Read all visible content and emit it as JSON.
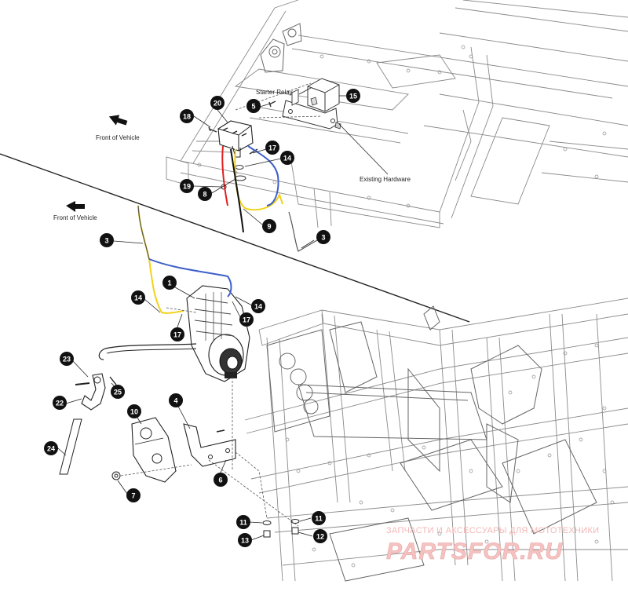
{
  "labels": {
    "front_top": "Front of Vehicle",
    "front_left": "Front of Vehicle",
    "starter_relay": "Starter Relay",
    "existing_hardware": "Existing Hardware"
  },
  "callouts": {
    "c1": "1",
    "c3a": "3",
    "c3b": "3",
    "c4": "4",
    "c5": "5",
    "c6": "6",
    "c7": "7",
    "c8": "8",
    "c9": "9",
    "c10": "10",
    "c11a": "11",
    "c11b": "11",
    "c12": "12",
    "c13": "13",
    "c14a": "14",
    "c14b": "14",
    "c14c": "14",
    "c15": "15",
    "c17a": "17",
    "c17b": "17",
    "c17c": "17",
    "c18": "18",
    "c19": "19",
    "c20": "20",
    "c22": "22",
    "c23": "23",
    "c24": "24",
    "c25": "25"
  },
  "watermark": {
    "line1": "ЗАПЧАСТИ И АКСЕССУАРЫ ДЛЯ МОТОТЕХНИКИ",
    "line2": "PARTSFOR.RU"
  },
  "colors": {
    "callout_fill": "#111111",
    "wire_red": "#e02020",
    "wire_yellow": "#f2d21a",
    "wire_blue": "#3d5fc9",
    "wire_black": "#111111",
    "watermark": "#f0b0b0"
  }
}
